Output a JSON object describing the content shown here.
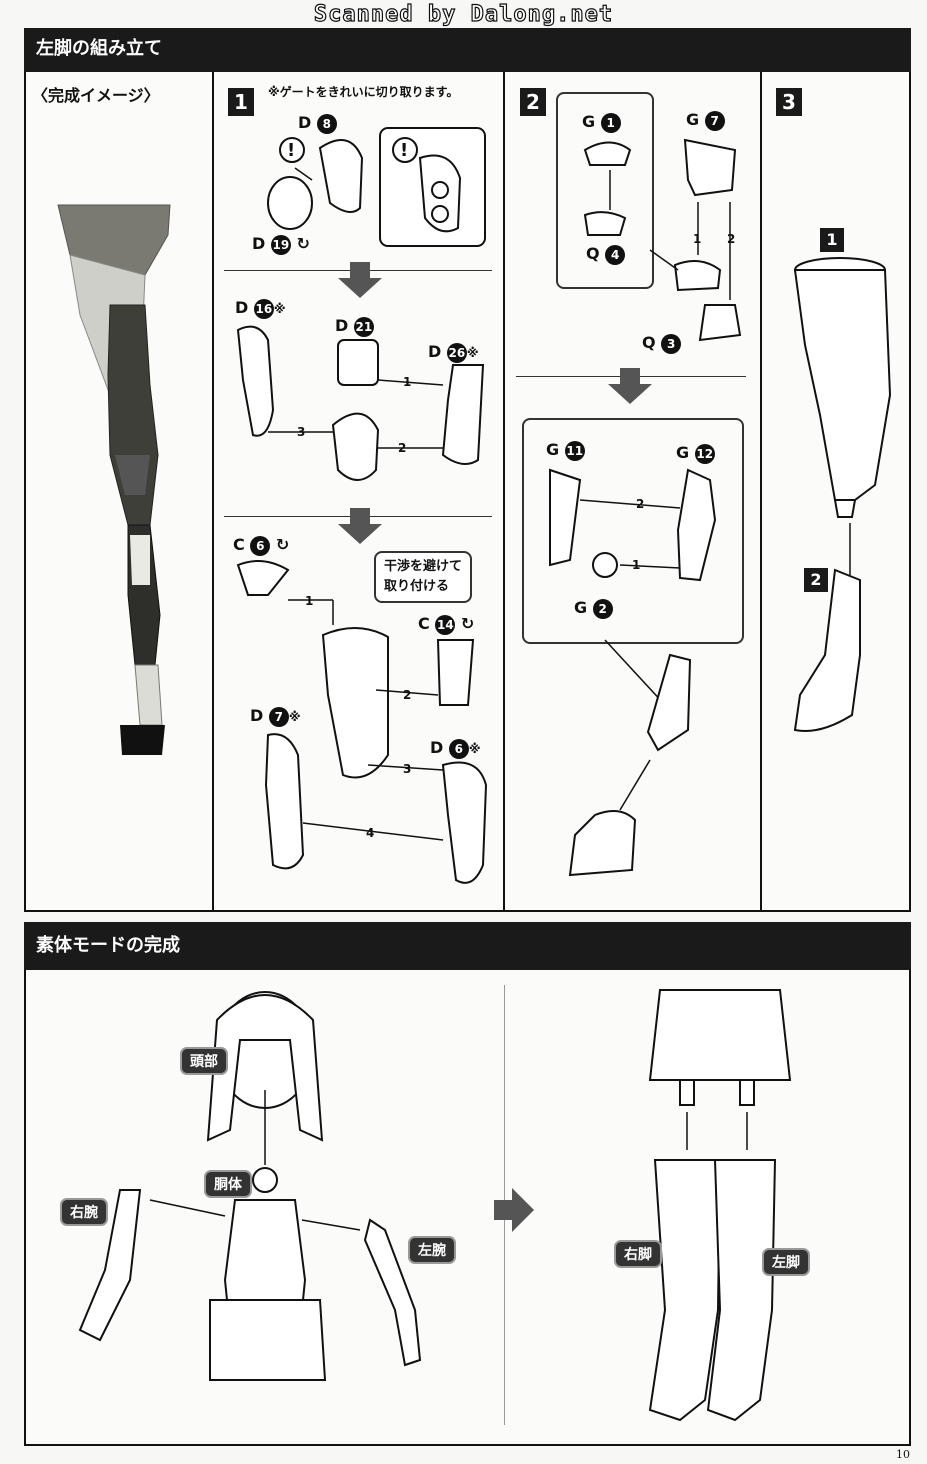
{
  "watermark": "Scanned by Dalong.net",
  "section1": {
    "title": "左脚の組み立て",
    "image_label": "〈完成イメージ〉",
    "step1": {
      "number": "1",
      "note": "※ゲートをきれいに切り取ります。",
      "parts": {
        "d8": {
          "letter": "D",
          "num": "8"
        },
        "d19": {
          "letter": "D",
          "num": "19"
        },
        "d16": {
          "letter": "D",
          "num": "16",
          "mark": "※"
        },
        "d21": {
          "letter": "D",
          "num": "21"
        },
        "d26": {
          "letter": "D",
          "num": "26",
          "mark": "※"
        },
        "c6": {
          "letter": "C",
          "num": "6"
        },
        "c14": {
          "letter": "C",
          "num": "14"
        },
        "d7": {
          "letter": "D",
          "num": "7",
          "mark": "※"
        },
        "d6": {
          "letter": "D",
          "num": "6",
          "mark": "※"
        }
      },
      "callout_line1": "干渉を避けて",
      "callout_line2": "取り付ける",
      "order": [
        "1",
        "2",
        "3",
        "1",
        "2",
        "3",
        "4"
      ]
    },
    "step2": {
      "number": "2",
      "parts": {
        "g1": {
          "letter": "G",
          "num": "1"
        },
        "q4": {
          "letter": "Q",
          "num": "4"
        },
        "g7": {
          "letter": "G",
          "num": "7"
        },
        "q3": {
          "letter": "Q",
          "num": "3"
        },
        "g11": {
          "letter": "G",
          "num": "11"
        },
        "g12": {
          "letter": "G",
          "num": "12"
        },
        "g2": {
          "letter": "G",
          "num": "2"
        }
      },
      "order": [
        "1",
        "2",
        "2",
        "1"
      ]
    },
    "step3": {
      "number": "3",
      "sub1": "1",
      "sub2": "2"
    }
  },
  "section2": {
    "title": "素体モードの完成",
    "tags": {
      "head": "頭部",
      "torso": "胴体",
      "right_arm": "右腕",
      "left_arm": "左腕",
      "right_leg": "右脚",
      "left_leg": "左脚"
    }
  },
  "page_number": "10"
}
